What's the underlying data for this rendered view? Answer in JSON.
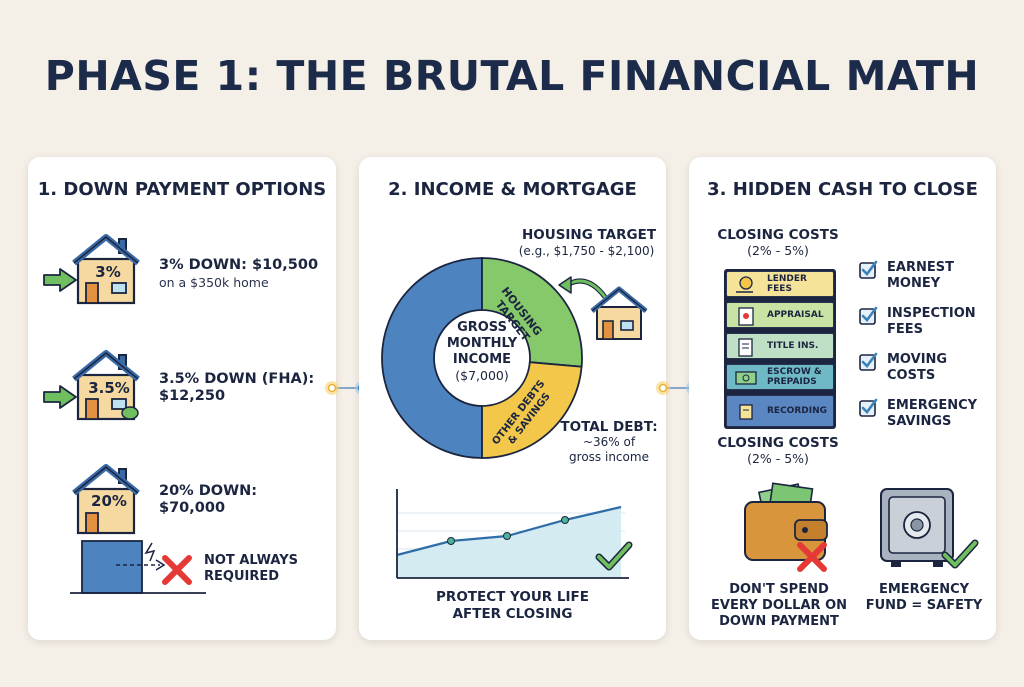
{
  "title": "PHASE 1: THE BRUTAL FINANCIAL MATH",
  "colors": {
    "navy": "#1c2b4a",
    "house_body": "#f5d9a0",
    "roof_blue": "#3a6aa6",
    "green": "#6fbf5f",
    "yellow": "#f3c74a",
    "blue": "#4d84c0",
    "red": "#e53935"
  },
  "panel1": {
    "heading": "1. DOWN PAYMENT OPTIONS",
    "options": [
      {
        "badge": "3%",
        "main": "3% DOWN: $10,500",
        "sub": "on a $350k home"
      },
      {
        "badge": "3.5%",
        "main": "3.5% DOWN (FHA):",
        "sub": "$12,250"
      },
      {
        "badge": "20%",
        "main": "20% DOWN:",
        "sub": "$70,000"
      }
    ],
    "not_required_line1": "NOT ALWAYS",
    "not_required_line2": "REQUIRED"
  },
  "panel2": {
    "heading": "2. INCOME & MORTGAGE",
    "housing_target_title": "HOUSING TARGET",
    "housing_target_example": "(e.g., $1,750 - $2,100)",
    "donut_center_line1": "GROSS",
    "donut_center_line2": "MONTHLY",
    "donut_center_line3": "INCOME",
    "donut_center_value": "($7,000)",
    "segment_housing_line1": "HOUSING",
    "segment_housing_line2": "TARGET",
    "segment_debts_line1": "OTHER DEBTS",
    "segment_debts_line2": "& SAVINGS",
    "total_debt_title": "TOTAL DEBT:",
    "total_debt_line1": "~36% of",
    "total_debt_line2": "gross income",
    "protect_line1": "PROTECT YOUR LIFE",
    "protect_line2": "AFTER CLOSING"
  },
  "panel3": {
    "heading": "3. HIDDEN CASH TO CLOSE",
    "closing_title": "CLOSING COSTS",
    "closing_range": "(2% - 5%)",
    "stack": [
      {
        "line1": "LENDER",
        "line2": "FEES",
        "color": "#f6e39a"
      },
      {
        "line1": "APPRAISAL",
        "line2": "",
        "color": "#c9e3a5"
      },
      {
        "line1": "TITLE INS.",
        "line2": "",
        "color": "#bfe0c4"
      },
      {
        "line1": "ESCROW &",
        "line2": "PREPAIDS",
        "color": "#6fb9c6"
      },
      {
        "line1": "RECORDING",
        "line2": "",
        "color": "#5a86c2"
      }
    ],
    "checklist": [
      {
        "line1": "EARNEST",
        "line2": "MONEY"
      },
      {
        "line1": "INSPECTION",
        "line2": "FEES"
      },
      {
        "line1": "MOVING",
        "line2": "COSTS"
      },
      {
        "line1": "EMERGENCY",
        "line2": "SAVINGS"
      }
    ],
    "closing_title_2": "CLOSING COSTS",
    "closing_range_2": "(2% - 5%)",
    "wallet_line1": "DON'T SPEND",
    "wallet_line2": "EVERY DOLLAR ON",
    "wallet_line3": "DOWN PAYMENT",
    "safe_line1": "EMERGENCY",
    "safe_line2": "FUND = SAFETY"
  }
}
